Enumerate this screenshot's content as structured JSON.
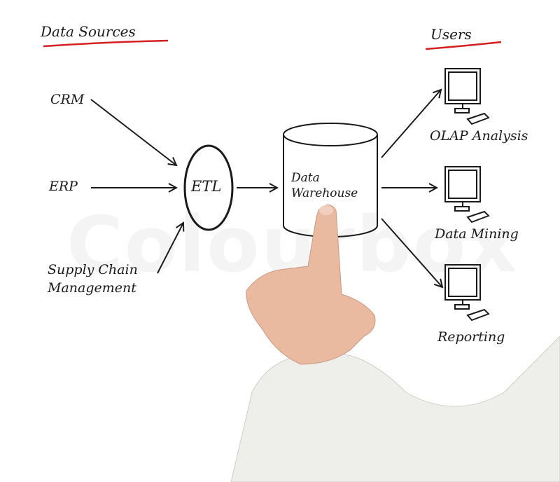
{
  "headings": {
    "sources": "Data Sources",
    "users": "Users"
  },
  "sources": [
    "CRM",
    "ERP",
    "Supply Chain",
    "Management"
  ],
  "etl": "ETL",
  "warehouse": [
    "Data",
    "Warehouse"
  ],
  "users": [
    "OLAP Analysis",
    "Data Mining",
    "Reporting"
  ],
  "watermark": "Colourbox",
  "colors": {
    "underline": "#d42020",
    "ink": "#1a1a1a",
    "skin": "#e9b9a0",
    "sleeve": "#eeeeea"
  }
}
